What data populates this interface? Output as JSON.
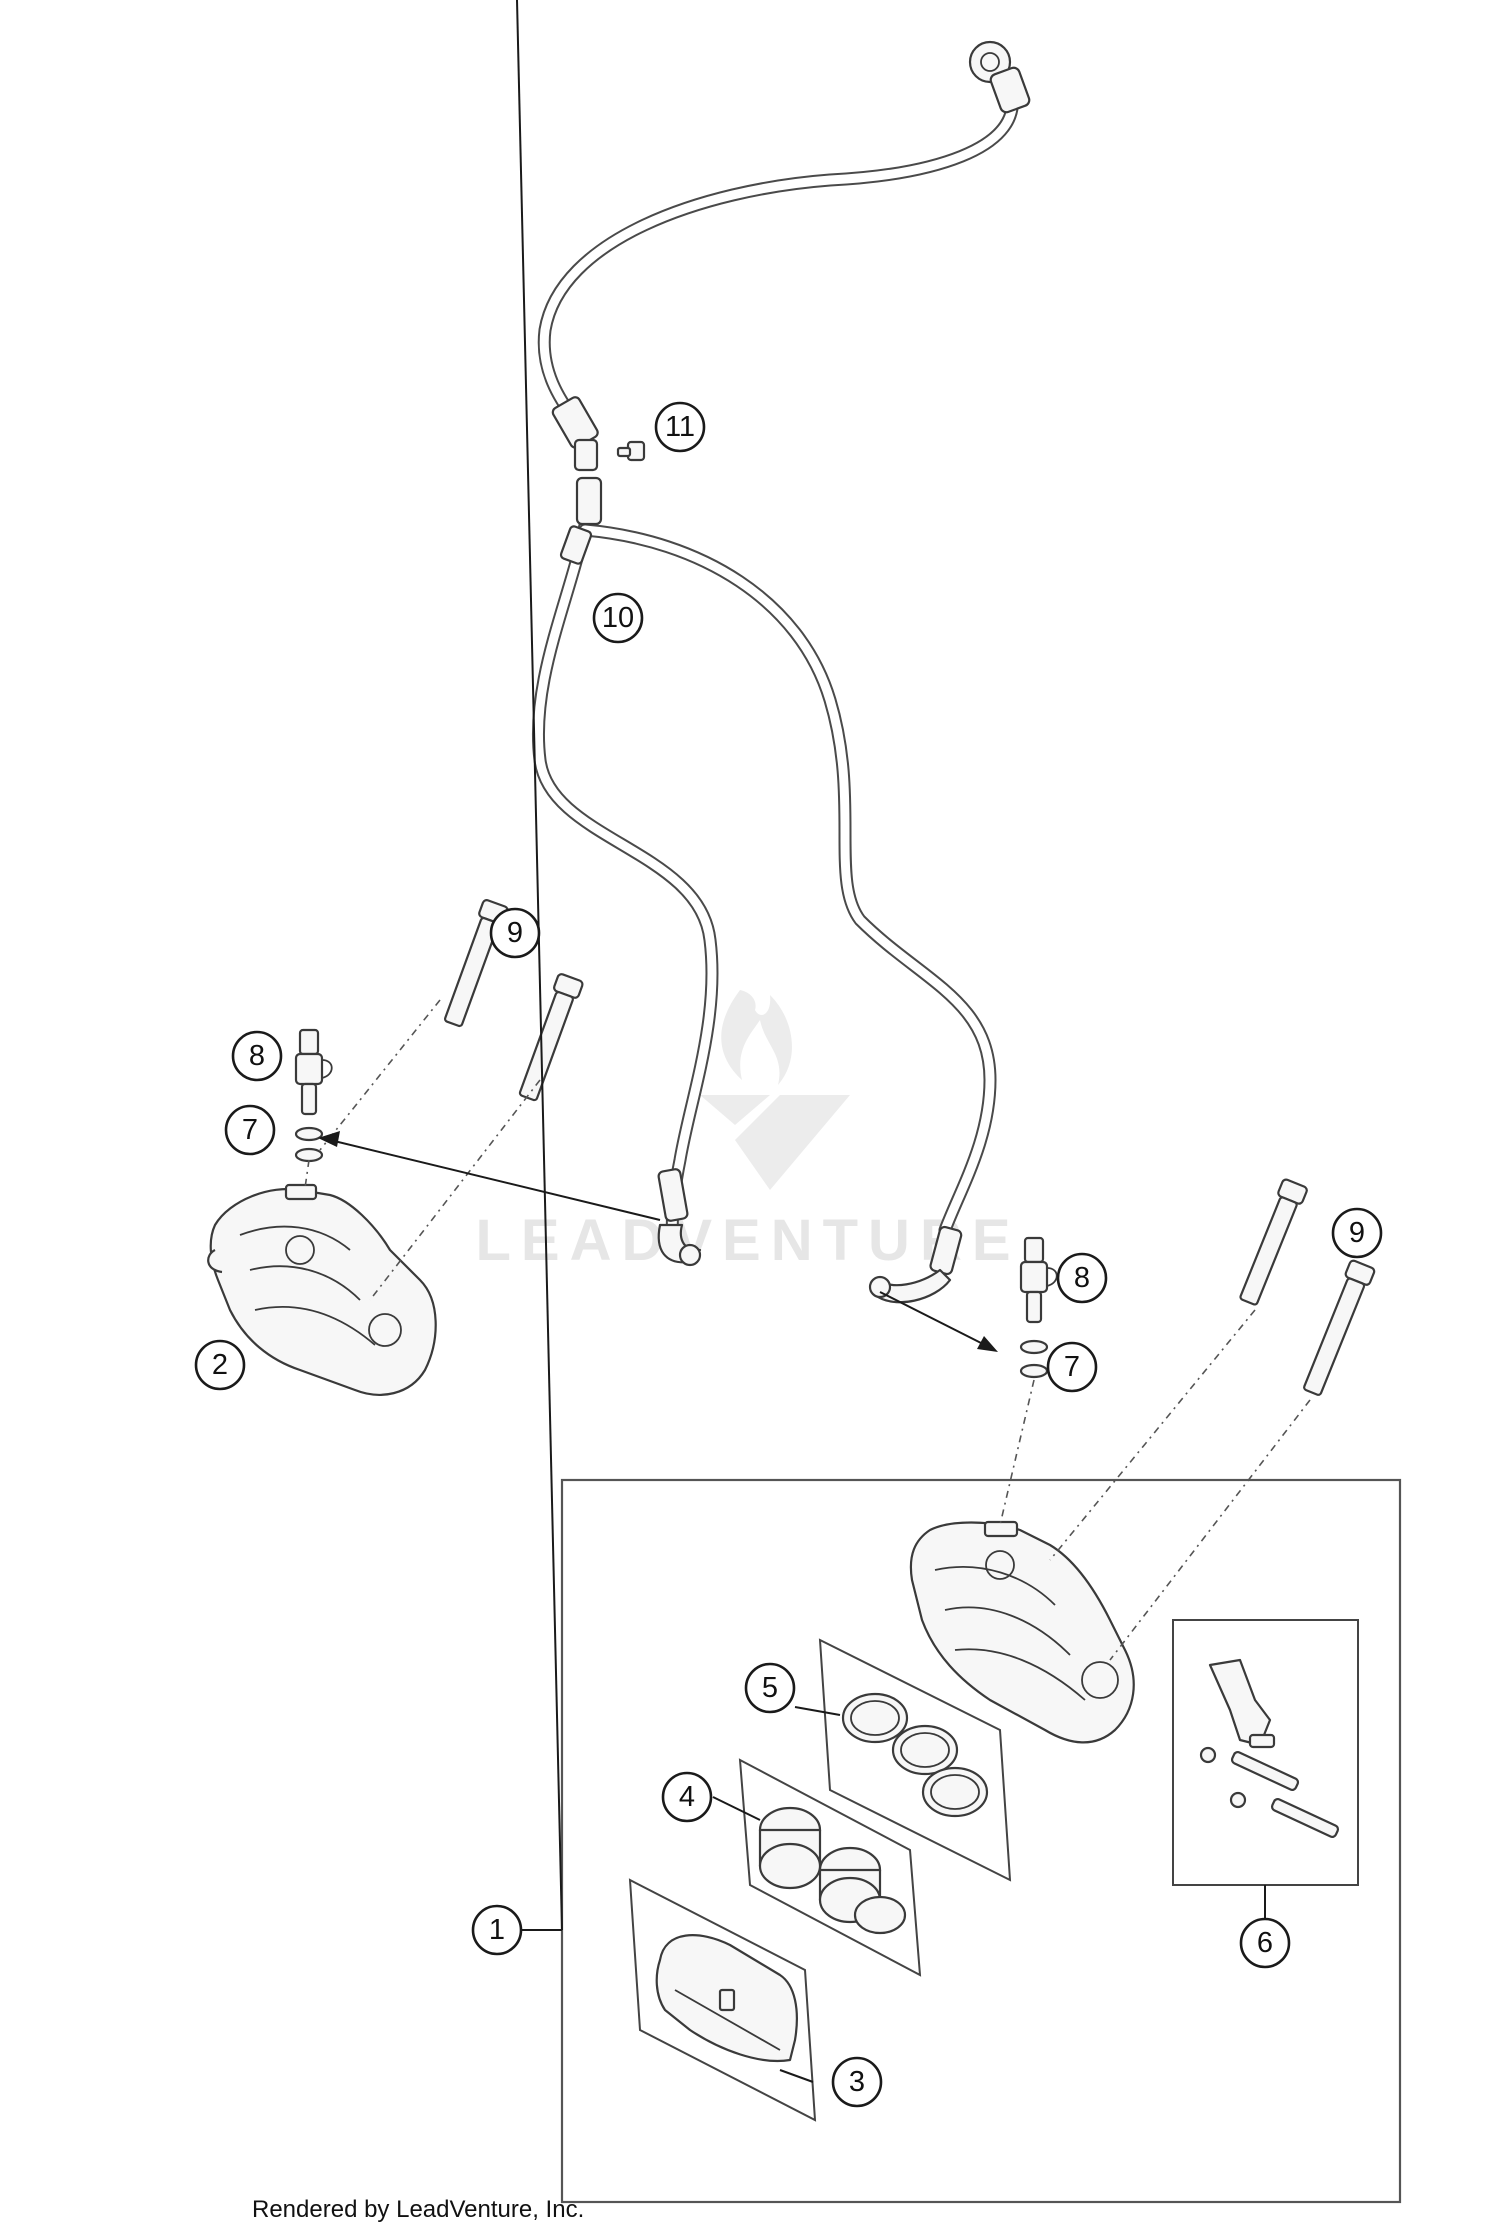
{
  "watermark": {
    "text": "LEADVENTURE"
  },
  "credit": "Rendered by LeadVenture, Inc.",
  "callouts": [
    {
      "id": "c1",
      "label": "1"
    },
    {
      "id": "c2",
      "label": "2"
    },
    {
      "id": "c3",
      "label": "3"
    },
    {
      "id": "c4",
      "label": "4"
    },
    {
      "id": "c5",
      "label": "5"
    },
    {
      "id": "c6",
      "label": "6"
    },
    {
      "id": "c7a",
      "label": "7"
    },
    {
      "id": "c7b",
      "label": "7"
    },
    {
      "id": "c8a",
      "label": "8"
    },
    {
      "id": "c8b",
      "label": "8"
    },
    {
      "id": "c9a",
      "label": "9"
    },
    {
      "id": "c9b",
      "label": "9"
    },
    {
      "id": "c10",
      "label": "10"
    },
    {
      "id": "c11",
      "label": "11"
    }
  ]
}
